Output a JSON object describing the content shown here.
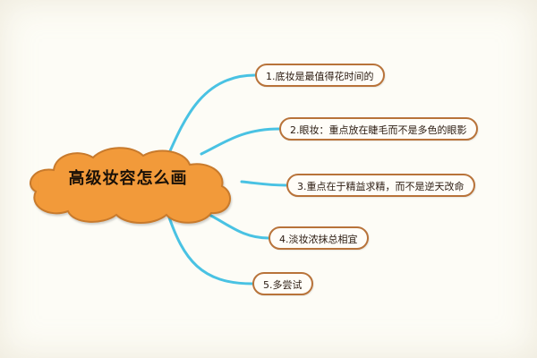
{
  "mindmap": {
    "root": {
      "label": "高级妆容怎么画",
      "color": "#f29a3a",
      "outline": "#c87a2c"
    },
    "branches": [
      {
        "label": "1.底妆是最值得花时间的"
      },
      {
        "label": "2.眼妆：重点放在睫毛而不是多色的眼影"
      },
      {
        "label": "3.重点在于精益求精，而不是逆天改命"
      },
      {
        "label": "4.淡妆浓抹总相宜"
      },
      {
        "label": "5.多尝试"
      }
    ],
    "connector_color": "#49c2e3",
    "branch_border_color": "#b8733a"
  }
}
